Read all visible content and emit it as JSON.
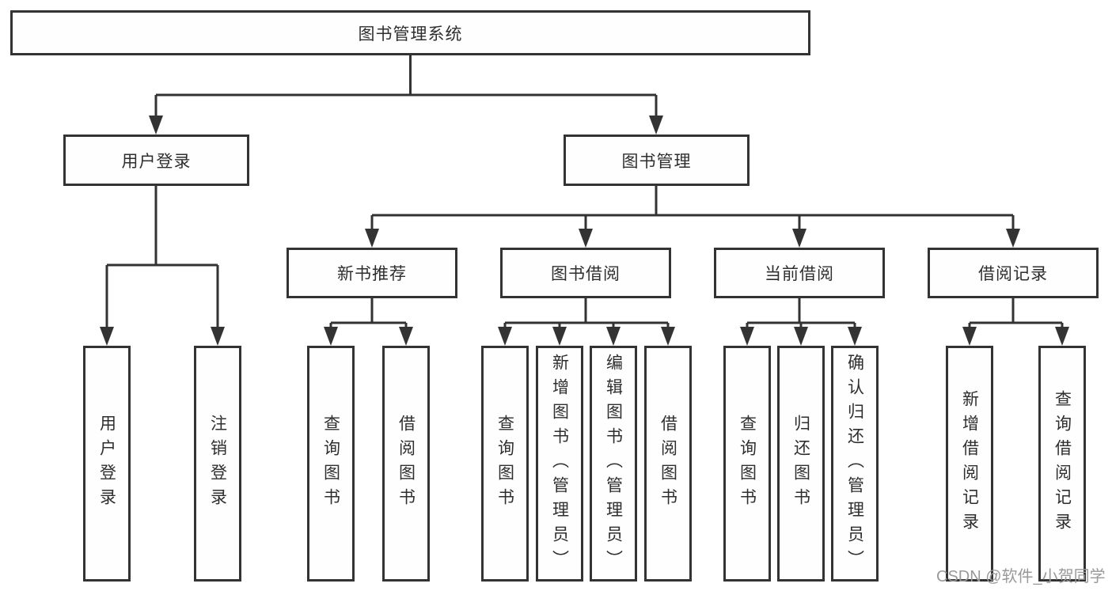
{
  "watermark": "CSDN @软件_小贺同学",
  "colors": {
    "line": "#333333",
    "box_border": "#333333",
    "box_background": "#fefefe",
    "text": "#2e2e2e",
    "watermark": "#999999",
    "background": "#ffffff"
  },
  "tree": {
    "root": {
      "label": "图书管理系统"
    },
    "level2": [
      {
        "label": "用户登录",
        "leaves": [
          "用户登录",
          "注销登录"
        ]
      },
      {
        "label": "图书管理",
        "groups": [
          {
            "label": "新书推荐",
            "leaves": [
              "查询图书",
              "借阅图书"
            ]
          },
          {
            "label": "图书借阅",
            "leaves": [
              "查询图书",
              "新增图书（管理员）",
              "编辑图书（管理员）",
              "借阅图书"
            ]
          },
          {
            "label": "当前借阅",
            "leaves": [
              "查询图书",
              "归还图书",
              "确认归还（管理员）"
            ]
          },
          {
            "label": "借阅记录",
            "leaves": [
              "新增借阅记录",
              "查询借阅记录"
            ]
          }
        ]
      }
    ]
  }
}
